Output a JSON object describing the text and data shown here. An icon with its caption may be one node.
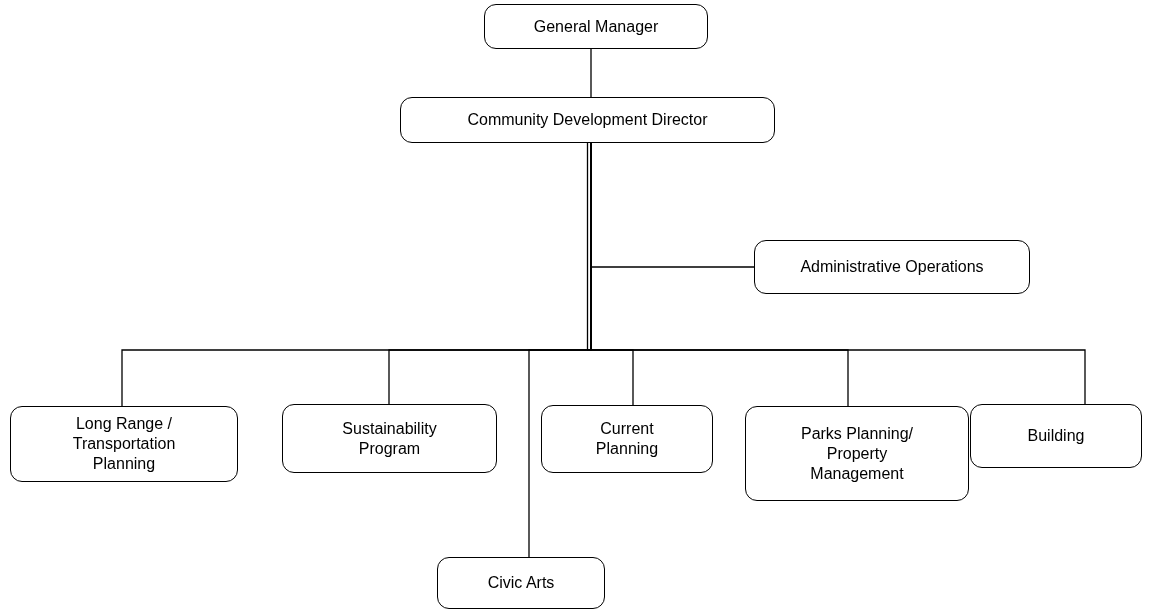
{
  "diagram": {
    "nodes": [
      {
        "text": [
          "General Manager"
        ]
      },
      {
        "text": [
          "Community Development Director"
        ]
      },
      {
        "text": [
          "Administrative Operations"
        ]
      },
      {
        "text": [
          "Long Range / Transportation Planning"
        ]
      },
      {
        "text": [
          "Sustainability Program"
        ]
      },
      {
        "text": [
          "Civic Arts"
        ]
      },
      {
        "text": [
          "Current Planning"
        ]
      },
      {
        "text": [
          "Parks Planning/ Property Management"
        ]
      },
      {
        "text": [
          "Building"
        ]
      }
    ],
    "edges": [
      {
        "from": 0,
        "to": 1,
        "arrow": "none"
      },
      {
        "from": 1,
        "to": 2,
        "arrow": "none"
      },
      {
        "from": 1,
        "to": 3,
        "arrow": "none"
      },
      {
        "from": 1,
        "to": 4,
        "arrow": "none"
      },
      {
        "from": 1,
        "to": 5,
        "arrow": "none"
      },
      {
        "from": 1,
        "to": 6,
        "arrow": "none"
      },
      {
        "from": 1,
        "to": 7,
        "arrow": "none"
      },
      {
        "from": 1,
        "to": 8,
        "arrow": "none"
      }
    ]
  }
}
